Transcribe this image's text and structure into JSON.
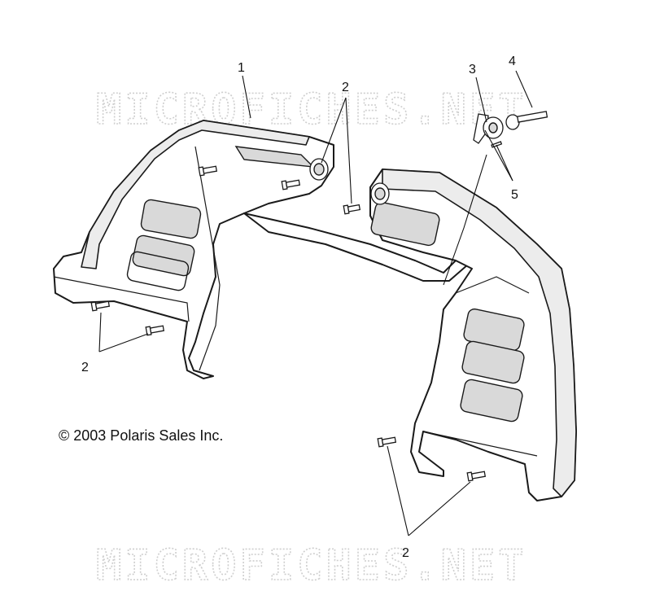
{
  "callouts": {
    "c1": "1",
    "c2_top": "2",
    "c2_left": "2",
    "c2_bottom": "2",
    "c3": "3",
    "c4": "4",
    "c5": "5"
  },
  "copyright": "© 2003 Polaris Sales Inc.",
  "watermark": {
    "top": "MICROFICHES.NET",
    "bottom": "MICROFICHES.NET"
  },
  "icons": [
    "rack-panel-illustration",
    "screw-icon",
    "washer-icon",
    "latch-icon"
  ],
  "colors": {
    "line": "#1a1a1a",
    "watermark": "#cfcfcf",
    "background": "#ffffff"
  }
}
